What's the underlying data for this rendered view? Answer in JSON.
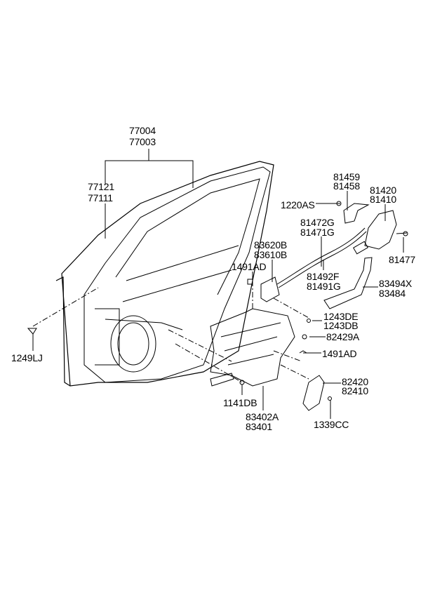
{
  "labels": {
    "door_a": "77004",
    "door_b": "77003",
    "panel_a": "77121",
    "panel_b": "77111",
    "cover_a": "81459",
    "cover_b": "81458",
    "screw_1220": "1220AS",
    "latch_a": "81420",
    "latch_b": "81410",
    "cable_a": "81472G",
    "cable_b": "81471G",
    "handle_a": "83620B",
    "handle_b": "83610B",
    "bolt_81477": "81477",
    "clip_1491_top": "1491AD",
    "rod_a": "81492F",
    "rod_b": "81491G",
    "channel_a": "83494X",
    "channel_b": "83484",
    "screw_a": "1243DE",
    "screw_b": "1243DB",
    "nut_82429": "82429A",
    "clip_1491_bottom": "1491AD",
    "plug_1249": "1249LJ",
    "motor_a": "82420",
    "motor_b": "82410",
    "bolt_1141": "1141DB",
    "regulator_a": "83402A",
    "regulator_b": "83401",
    "screw_1339": "1339CC"
  }
}
